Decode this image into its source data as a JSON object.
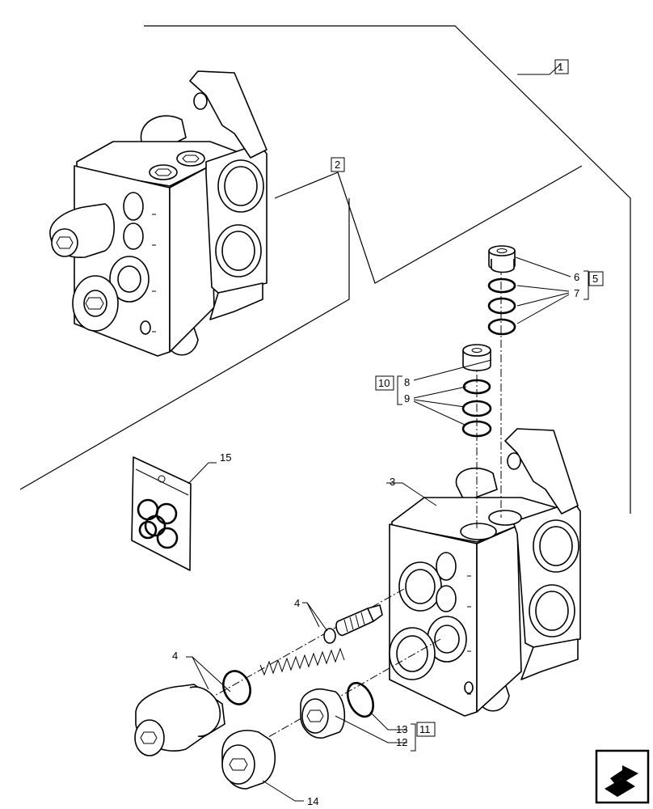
{
  "callouts": {
    "c1": "1",
    "c2": "2",
    "c3": "3",
    "c4a": "4",
    "c4b": "4",
    "c5": "5",
    "c6": "6",
    "c7": "7",
    "c8": "8",
    "c9": "9",
    "c10": "10",
    "c11": "11",
    "c12": "12",
    "c13": "13",
    "c14": "14",
    "c15": "15"
  },
  "icons": {
    "nav": "page-navigation-arrow-icon"
  }
}
